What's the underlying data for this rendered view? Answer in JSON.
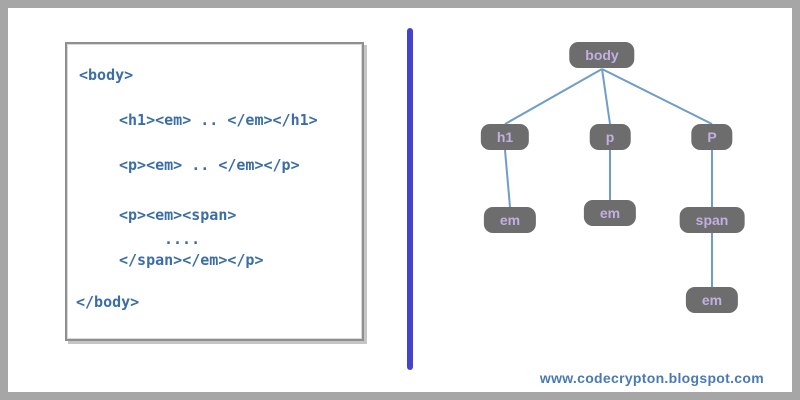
{
  "code_panel": {
    "lines": [
      "<body>",
      "<h1><em> .. </em></h1>",
      "<p><em> .. </em></p>",
      "<p><em><span>",
      "....",
      "</span></em></p>",
      "</body>"
    ]
  },
  "tree": {
    "nodes": [
      {
        "id": "body",
        "label": "body"
      },
      {
        "id": "h1",
        "label": "h1"
      },
      {
        "id": "p-left",
        "label": "p"
      },
      {
        "id": "p-right",
        "label": "P"
      },
      {
        "id": "em-under-h1",
        "label": "em"
      },
      {
        "id": "em-under-p",
        "label": "em"
      },
      {
        "id": "span",
        "label": "span"
      },
      {
        "id": "em-under-span",
        "label": "em"
      }
    ],
    "edges": [
      {
        "from": "body",
        "to": "h1"
      },
      {
        "from": "body",
        "to": "p-left"
      },
      {
        "from": "body",
        "to": "p-right"
      },
      {
        "from": "h1",
        "to": "em-under-h1"
      },
      {
        "from": "p-left",
        "to": "em-under-p"
      },
      {
        "from": "p-right",
        "to": "span"
      },
      {
        "from": "span",
        "to": "em-under-span"
      }
    ],
    "colors": {
      "node_bg": "#6d6d6d",
      "node_text": "#c3aee2",
      "edge": "#6e9ec7"
    }
  },
  "divider": {
    "color": "#4343d0"
  },
  "code_color": "#3a6ea5",
  "footer": {
    "url": "www.codecrypton.blogspot.com"
  }
}
